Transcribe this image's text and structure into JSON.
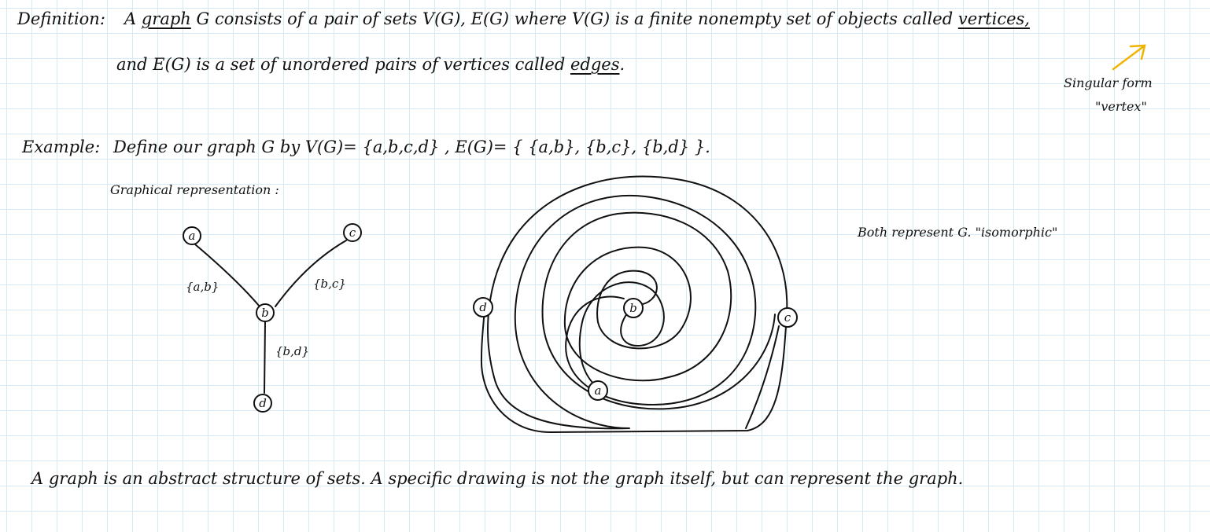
{
  "definition": {
    "label": "Definition:",
    "line1_pre": "A",
    "term_graph": "graph",
    "line1_mid": "G consists of a pair of sets V(G), E(G) where V(G) is a finite nonempty set of objects called",
    "term_vertices": "vertices,",
    "line2_pre": "and E(G) is a set of unordered pairs of vertices called",
    "term_edges": "edges",
    "line2_end": "."
  },
  "note": {
    "line1": "Singular form",
    "line2": "\"vertex\"",
    "arrow_color": "#f0b400"
  },
  "example": {
    "label": "Example:",
    "text": "Define our graph G by V(G)= {a,b,c,d} , E(G)= { {a,b}, {b,c}, {b,d} }.",
    "subtitle": "Graphical representation :"
  },
  "diagram": {
    "vertices": [
      "a",
      "b",
      "c",
      "d"
    ],
    "edge_labels": [
      "{a,b}",
      "{b,c}",
      "{b,d}"
    ]
  },
  "comment": "Both represent G. \"isomorphic\"",
  "conclusion": "A graph is an abstract structure of sets. A specific drawing is not the graph itself, but can represent the graph."
}
